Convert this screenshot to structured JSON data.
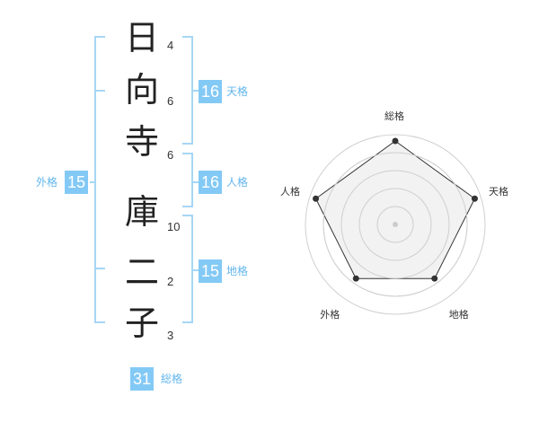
{
  "name_characters": [
    {
      "char": "日",
      "strokes": "4"
    },
    {
      "char": "向",
      "strokes": "6"
    },
    {
      "char": "寺",
      "strokes": "6"
    },
    {
      "char": "庫",
      "strokes": "10"
    },
    {
      "char": "二",
      "strokes": "2"
    },
    {
      "char": "子",
      "strokes": "3"
    }
  ],
  "fortunes": {
    "tenkaku": {
      "label": "天格",
      "value": "16"
    },
    "jinkaku": {
      "label": "人格",
      "value": "16"
    },
    "chikaku": {
      "label": "地格",
      "value": "15"
    },
    "gaikaku": {
      "label": "外格",
      "value": "15"
    },
    "soukaku": {
      "label": "総格",
      "value": "31"
    }
  },
  "colors": {
    "accent": "#83c9f5",
    "accent_text": "#62b6ec",
    "bracket": "#a6d6f5",
    "radar_ring": "#d0d0d0",
    "radar_fill": "#eeeeee",
    "radar_line": "#333333",
    "radar_point": "#333333"
  },
  "chart_data": {
    "type": "radar",
    "axes": [
      "総格",
      "天格",
      "地格",
      "外格",
      "人格"
    ],
    "values": [
      5,
      5,
      4,
      4,
      5
    ],
    "scale_max": 5,
    "rings": 5
  }
}
